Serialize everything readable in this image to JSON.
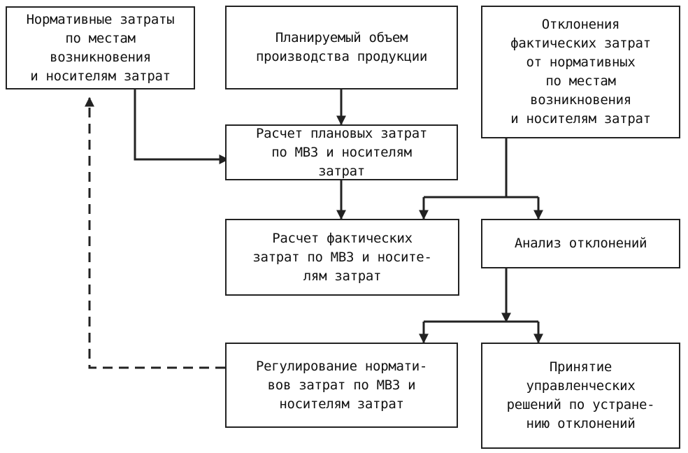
{
  "diagram": {
    "boxes": {
      "normative_costs": "Нормативные затраты\nпо местам\nвозникновения\nи носителям затрат",
      "planned_volume": "Планируемый объем\nпроизводства продукции",
      "deviations": "Отклонения\nфактических затрат\nот нормативных\nпо местам\nвозникновения\nи носителям затрат",
      "planned_costs_calc": "Расчет плановых затрат\nпо МВЗ и носителям\nзатрат",
      "actual_costs_calc": "Расчет фактических\nзатрат по МВЗ и носите-\nлям затрат",
      "variance_analysis": "Анализ отклонений",
      "regulation": "Регулирование нормати-\nвов затрат по МВЗ и\nносителям затрат",
      "decisions": "Принятие\nуправленческих\nрешений по устране-\nнию отклонений"
    }
  }
}
